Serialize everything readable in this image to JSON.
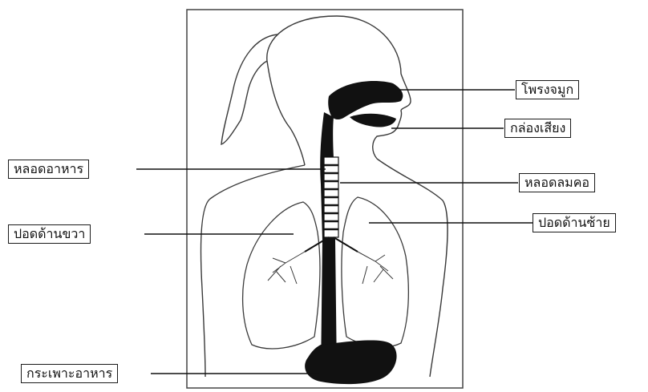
{
  "diagram": {
    "labels": {
      "nasal_cavity": "โพรงจมูก",
      "larynx": "กล่องเสียง",
      "trachea": "หลอดลมคอ",
      "left_lung": "ปอดด้านซ้าย",
      "esophagus": "หลอดอาหาร",
      "right_lung": "ปอดด้านขวา",
      "stomach": "กระเพาะอาหาร"
    },
    "colors": {
      "ink": "#111111",
      "paper": "#ffffff",
      "outline": "#3a3a3a",
      "frame": "#444444"
    }
  }
}
